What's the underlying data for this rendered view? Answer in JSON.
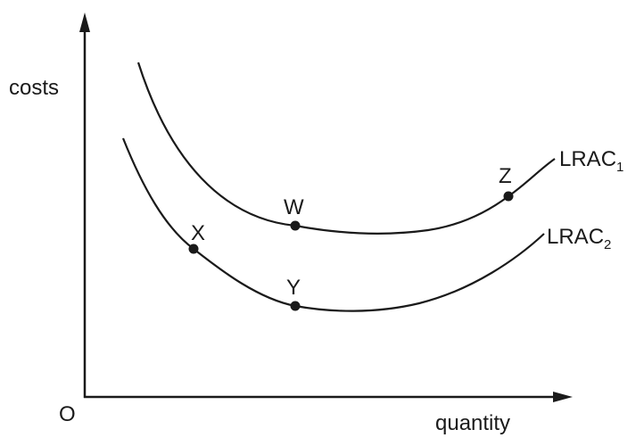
{
  "axes": {
    "y_label": "costs",
    "x_label": "quantity",
    "origin_label": "O"
  },
  "curves": [
    {
      "name": "LRAC",
      "subscript": "1"
    },
    {
      "name": "LRAC",
      "subscript": "2"
    }
  ],
  "points": {
    "w": "W",
    "x": "X",
    "y": "Y",
    "z": "Z"
  },
  "colors": {
    "ink": "#1a1a1a"
  }
}
